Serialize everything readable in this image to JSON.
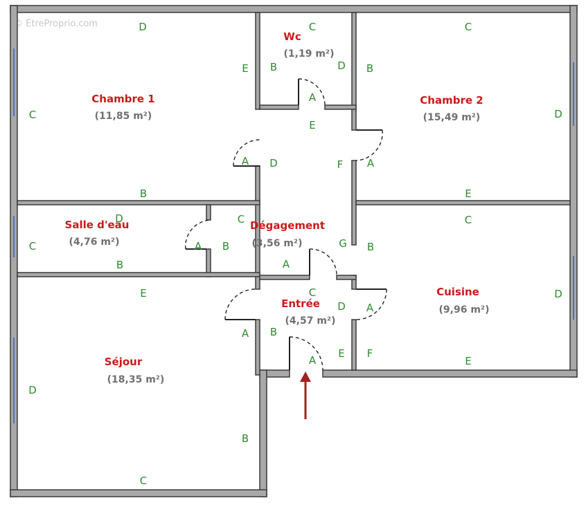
{
  "watermark": "© EtreProprio.com",
  "colors": {
    "room_name": "#cc1a1a",
    "room_area": "#707070",
    "wall_label": "#2e8b2e",
    "wall": "#a8a8a8",
    "entry_arrow": "#a32020",
    "window": "#3b57c9"
  },
  "rooms": [
    {
      "id": "chambre-1",
      "name": "Chambre 1",
      "area": "(11,85 m²)"
    },
    {
      "id": "wc",
      "name": "Wc",
      "area": "(1,19 m²)"
    },
    {
      "id": "chambre-2",
      "name": "Chambre 2",
      "area": "(15,49 m²)"
    },
    {
      "id": "salle-d-eau",
      "name": "Salle d'eau",
      "area": "(4,76 m²)"
    },
    {
      "id": "degagement",
      "name": "Dégagement",
      "area": "(3,56 m²)"
    },
    {
      "id": "cuisine",
      "name": "Cuisine",
      "area": "(9,96 m²)"
    },
    {
      "id": "entree",
      "name": "Entrée",
      "area": "(4,57 m²)"
    },
    {
      "id": "sejour",
      "name": "Séjour",
      "area": "(18,35 m²)"
    }
  ],
  "wall_labels": {
    "chambre1": [
      "D",
      "E",
      "C",
      "B"
    ],
    "wc": [
      "C",
      "B",
      "D",
      "A"
    ],
    "chambre2": [
      "C",
      "B",
      "D",
      "E"
    ],
    "degagement": [
      "E",
      "D",
      "A",
      "F",
      "A",
      "C",
      "B",
      "G",
      "A"
    ],
    "salle_eau": [
      "D",
      "C",
      "B",
      "A"
    ],
    "cuisine": [
      "C",
      "B",
      "D",
      "E",
      "A",
      "F"
    ],
    "entree": [
      "C",
      "D",
      "A",
      "B",
      "E",
      "A"
    ],
    "sejour": [
      "E",
      "D",
      "B",
      "C"
    ]
  }
}
